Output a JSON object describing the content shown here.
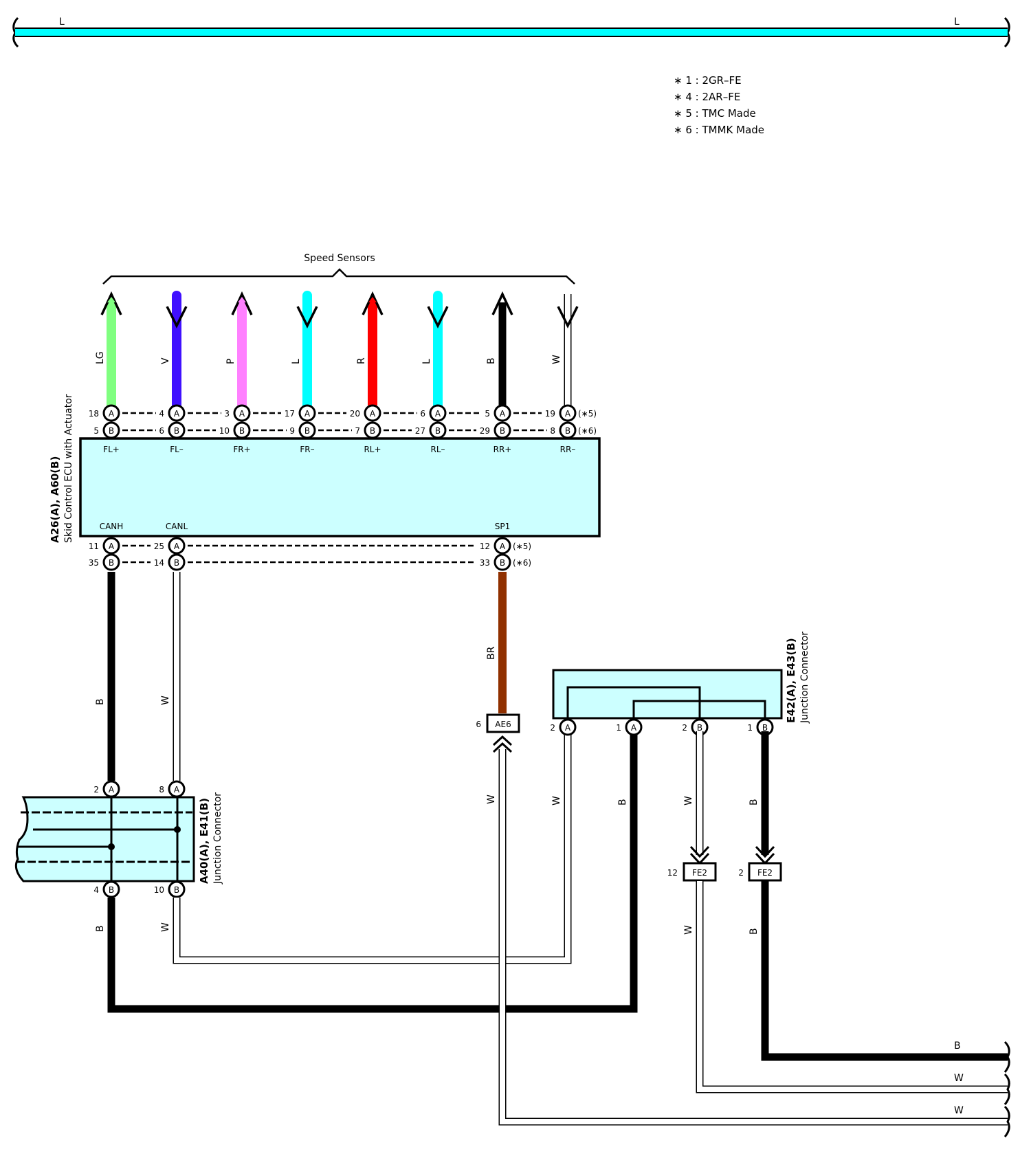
{
  "colors": {
    "L": "#00ffff",
    "LG": "#80ff80",
    "V": "#4010ff",
    "P": "#ff80ff",
    "R": "#ff0000",
    "B": "#000000",
    "W": "#ffffff",
    "BR": "#903000",
    "connector_fill": "#ccffff"
  },
  "top_bus": {
    "left_label": "L",
    "right_label": "L"
  },
  "legend": [
    "∗ 1 : 2GR–FE",
    "∗ 4 : 2AR–FE",
    "∗ 5 : TMC Made",
    "∗ 6 : TMMK Made"
  ],
  "speed_sensors": {
    "title": "Speed Sensors"
  },
  "ecu": {
    "title": "A26(A), A60(B)",
    "subtitle": "Skid Control ECU with Actuator",
    "top_terminals": [
      {
        "name": "FL+",
        "wire": "LG",
        "arrow": "up",
        "pinA": "18",
        "pinB": "5"
      },
      {
        "name": "FL–",
        "wire": "V",
        "arrow": "down",
        "pinA": "4",
        "pinB": "6"
      },
      {
        "name": "FR+",
        "wire": "P",
        "arrow": "up",
        "pinA": "3",
        "pinB": "10"
      },
      {
        "name": "FR–",
        "wire": "L",
        "arrow": "down",
        "pinA": "17",
        "pinB": "9"
      },
      {
        "name": "RL+",
        "wire": "R",
        "arrow": "up",
        "pinA": "20",
        "pinB": "7"
      },
      {
        "name": "RL–",
        "wire": "L",
        "arrow": "down",
        "pinA": "6",
        "pinB": "27"
      },
      {
        "name": "RR+",
        "wire": "B",
        "arrow": "up",
        "pinA": "5",
        "pinB": "29"
      },
      {
        "name": "RR–",
        "wire": "W",
        "arrow": "down",
        "pinA": "19",
        "pinB": "8"
      }
    ],
    "top_notes": [
      "(∗5)",
      "(∗6)"
    ],
    "bottom_terminals": [
      {
        "name": "CANH",
        "pinA": "11",
        "pinB": "35"
      },
      {
        "name": "CANL",
        "pinA": "25",
        "pinB": "14"
      },
      {
        "name": "SP1",
        "pinA": "12",
        "pinB": "33"
      }
    ],
    "bottom_notes": [
      "(∗5)",
      "(∗6)"
    ]
  },
  "pin_letters": {
    "a": "A",
    "b": "B"
  },
  "wire_labels": {
    "canh": "B",
    "canl": "W",
    "sp1": "BR",
    "jc1_out_b": "B",
    "jc1_out_w": "W",
    "ae6_w": "W",
    "jc2_a2": "W",
    "jc2_a1": "B",
    "jc2_b2": "W",
    "jc2_b1": "B",
    "fe2_w": "W",
    "fe2_b": "B",
    "right_b": "B",
    "right_w1": "W",
    "right_w2": "W"
  },
  "jc1": {
    "title": "A40(A), E41(B)",
    "subtitle": "Junction Connector",
    "pins": {
      "a2": "2",
      "a8": "8",
      "b4": "4",
      "b10": "10"
    }
  },
  "jc2": {
    "title": "E42(A), E43(B)",
    "subtitle": "Junction Connector",
    "pins": {
      "a2": "2",
      "a1": "1",
      "b2": "2",
      "b1": "1"
    }
  },
  "ae6": {
    "label": "AE6",
    "pin": "6"
  },
  "fe2": [
    {
      "label": "FE2",
      "pin": "12"
    },
    {
      "label": "FE2",
      "pin": "2"
    }
  ]
}
